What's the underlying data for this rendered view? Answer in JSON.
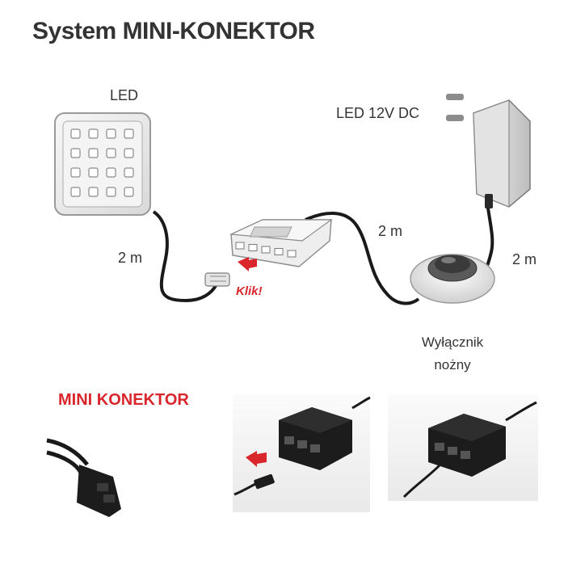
{
  "title": "System MINI-KONEKTOR",
  "labels": {
    "led": "LED",
    "power_supply": "LED 12V DC",
    "cable_led": "2 m",
    "cable_hub": "2 m",
    "cable_psu": "2 m",
    "click": "Klik!",
    "switch_line1": "Wyłącznik",
    "switch_line2": "nożny",
    "mini_konektor": "MINI KONEKTOR"
  },
  "colors": {
    "accent_red": "#d8262c",
    "cable": "#1a1a1a",
    "device_gray": "#e6e6e6"
  }
}
